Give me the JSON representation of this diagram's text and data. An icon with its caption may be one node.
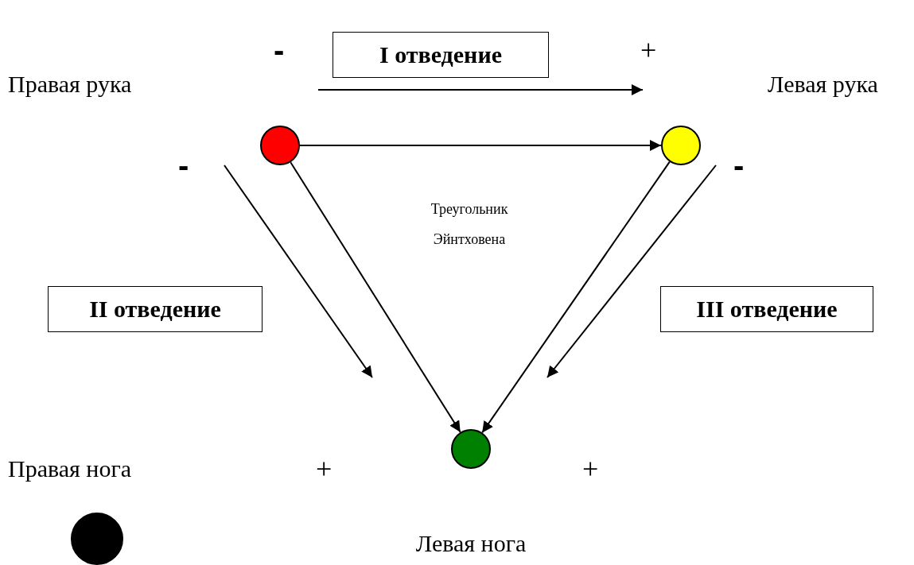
{
  "diagram": {
    "nodes": [
      {
        "text": [
          "I отведение"
        ]
      },
      {
        "text": [],
        "shape": "circle"
      },
      {
        "text": [],
        "shape": "circle"
      },
      {
        "text": [
          "II отведение"
        ]
      },
      {
        "text": [
          "III отведение"
        ]
      },
      {
        "text": [],
        "shape": "circle"
      },
      {
        "text": [],
        "shape": "circle"
      }
    ],
    "edges": [
      {
        "from": 1,
        "to": 2,
        "arrow": "to"
      },
      {
        "from": 1,
        "to": 5,
        "arrow": "to"
      },
      {
        "from": 2,
        "to": 5,
        "arrow": "to"
      }
    ],
    "labels": [
      "-",
      "+",
      "Правая рука",
      "Левая рука",
      "-",
      "-",
      "Треугольник Эйнтховена",
      "Правая нога",
      "+",
      "+",
      "Левая нога"
    ]
  }
}
